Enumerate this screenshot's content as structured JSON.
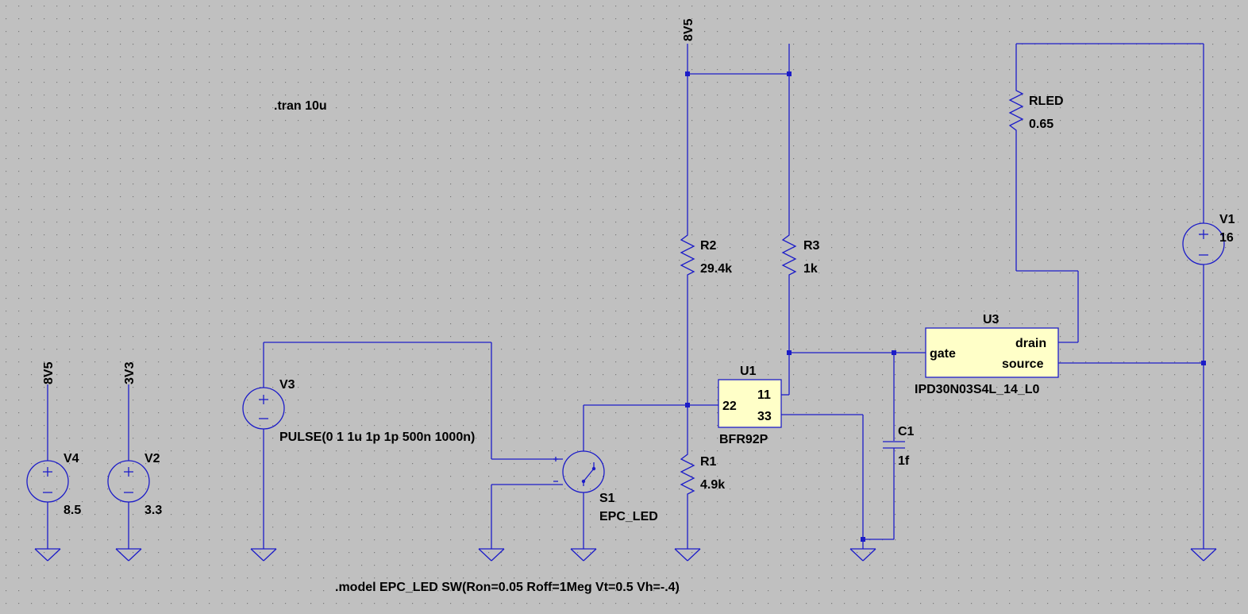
{
  "directives": {
    "tran": ".tran 10u",
    "model": ".model EPC_LED SW(Ron=0.05 Roff=1Meg Vt=0.5 Vh=-.4)"
  },
  "net_labels": {
    "top_supply": "8V5",
    "v4_node": "8V5",
    "v2_node": "3V3"
  },
  "components": {
    "V4": {
      "name": "V4",
      "value": "8.5"
    },
    "V2": {
      "name": "V2",
      "value": "3.3"
    },
    "V3": {
      "name": "V3",
      "value": "PULSE(0 1 1u 1p 1p 500n 1000n)"
    },
    "V1": {
      "name": "V1",
      "value": "16"
    },
    "S1": {
      "name": "S1",
      "value": "EPC_LED"
    },
    "R1": {
      "name": "R1",
      "value": "4.9k"
    },
    "R2": {
      "name": "R2",
      "value": "29.4k"
    },
    "R3": {
      "name": "R3",
      "value": "1k"
    },
    "RLED": {
      "name": "RLED",
      "value": "0.65"
    },
    "C1": {
      "name": "C1",
      "value": "1f"
    },
    "U1": {
      "name": "U1",
      "value": "BFR92P",
      "pins": {
        "base": "22",
        "collector": "11",
        "emitter": "33"
      }
    },
    "U3": {
      "name": "U3",
      "value": "IPD30N03S4L_14_L0",
      "pins": {
        "gate": "gate",
        "drain": "drain",
        "source": "source"
      }
    }
  },
  "colors": {
    "background": "#c0c0c0",
    "grid_dot": "#7a7a7a",
    "wire": "#1c1cc8",
    "symbol_fill": "#ffffc8",
    "text": "#000000"
  }
}
